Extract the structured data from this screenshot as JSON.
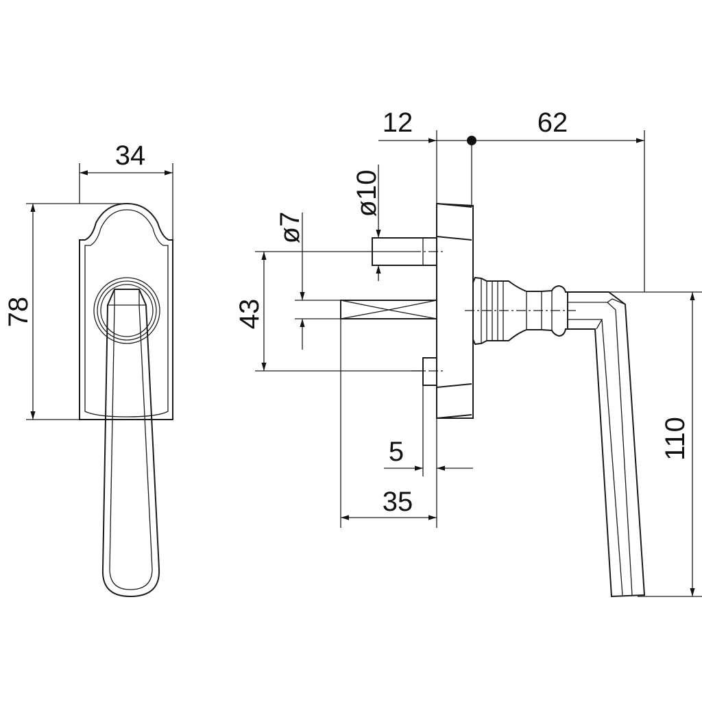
{
  "drawing": {
    "front_view": {
      "width_label": "34",
      "height_label": "78"
    },
    "side_view": {
      "plate_thickness_label": "12",
      "projection_label": "62",
      "pin_diameter_label": "ø10",
      "spindle_diameter_label": "ø7",
      "pin_spacing_label": "43",
      "pin_offset_label": "5",
      "spindle_length_label": "35",
      "lever_length_label": "110"
    }
  }
}
